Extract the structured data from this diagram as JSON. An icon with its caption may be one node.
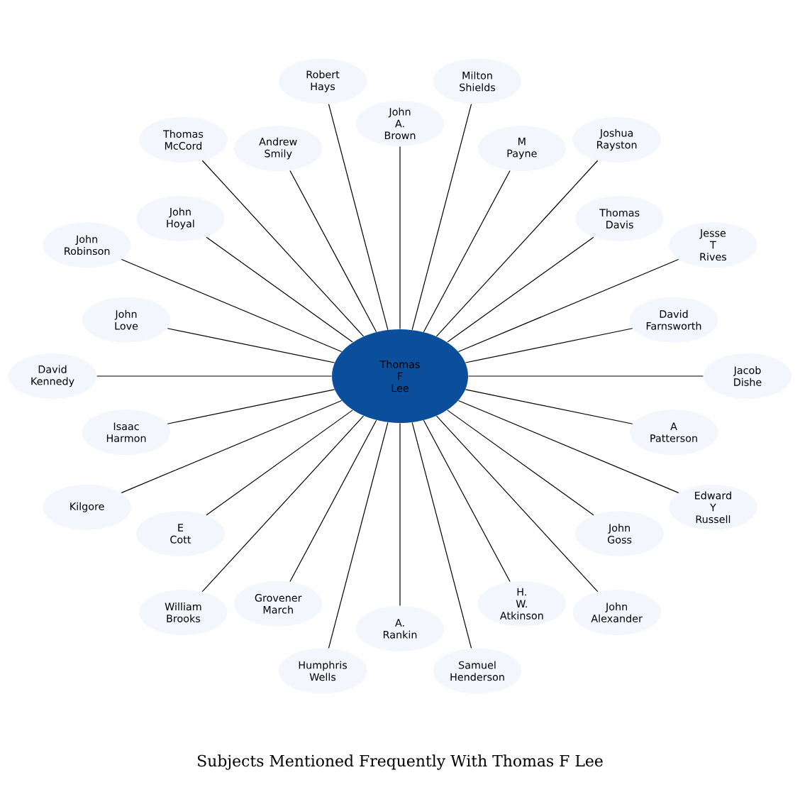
{
  "diagram": {
    "caption": "Subjects Mentioned Frequently With Thomas F Lee",
    "nodes": [
      {
        "text": [
          "Thomas F Lee"
        ]
      },
      {
        "text": [
          "John A. Brown"
        ]
      },
      {
        "text": [
          "Milton Shields"
        ]
      },
      {
        "text": [
          "M Payne"
        ]
      },
      {
        "text": [
          "Joshua Rayston"
        ]
      },
      {
        "text": [
          "Thomas Davis"
        ]
      },
      {
        "text": [
          "Jesse T Rives"
        ]
      },
      {
        "text": [
          "David Farnsworth"
        ]
      },
      {
        "text": [
          "Jacob Dishe"
        ]
      },
      {
        "text": [
          "A Patterson"
        ]
      },
      {
        "text": [
          "Edward Y Russell"
        ]
      },
      {
        "text": [
          "John Goss"
        ]
      },
      {
        "text": [
          "John Alexander"
        ]
      },
      {
        "text": [
          "H. W. Atkinson"
        ]
      },
      {
        "text": [
          "Samuel Henderson"
        ]
      },
      {
        "text": [
          "A. Rankin"
        ]
      },
      {
        "text": [
          "Humphris Wells"
        ]
      },
      {
        "text": [
          "Grovener March"
        ]
      },
      {
        "text": [
          "William Brooks"
        ]
      },
      {
        "text": [
          "E Cott"
        ]
      },
      {
        "text": [
          "Kilgore"
        ]
      },
      {
        "text": [
          "Isaac Harmon"
        ]
      },
      {
        "text": [
          "David Kennedy"
        ]
      },
      {
        "text": [
          "John Love"
        ]
      },
      {
        "text": [
          "John Robinson"
        ]
      },
      {
        "text": [
          "John Hoyal"
        ]
      },
      {
        "text": [
          "Thomas McCord"
        ]
      },
      {
        "text": [
          "Andrew Smily"
        ]
      },
      {
        "text": [
          "Robert Hays"
        ]
      }
    ],
    "edges": [
      {
        "from": 0,
        "to": 1,
        "arrow": "none"
      },
      {
        "from": 0,
        "to": 2,
        "arrow": "none"
      },
      {
        "from": 0,
        "to": 3,
        "arrow": "none"
      },
      {
        "from": 0,
        "to": 4,
        "arrow": "none"
      },
      {
        "from": 0,
        "to": 5,
        "arrow": "none"
      },
      {
        "from": 0,
        "to": 6,
        "arrow": "none"
      },
      {
        "from": 0,
        "to": 7,
        "arrow": "none"
      },
      {
        "from": 0,
        "to": 8,
        "arrow": "none"
      },
      {
        "from": 0,
        "to": 9,
        "arrow": "none"
      },
      {
        "from": 0,
        "to": 10,
        "arrow": "none"
      },
      {
        "from": 0,
        "to": 11,
        "arrow": "none"
      },
      {
        "from": 0,
        "to": 12,
        "arrow": "none"
      },
      {
        "from": 0,
        "to": 13,
        "arrow": "none"
      },
      {
        "from": 0,
        "to": 14,
        "arrow": "none"
      },
      {
        "from": 0,
        "to": 15,
        "arrow": "none"
      },
      {
        "from": 0,
        "to": 16,
        "arrow": "none"
      },
      {
        "from": 0,
        "to": 17,
        "arrow": "none"
      },
      {
        "from": 0,
        "to": 18,
        "arrow": "none"
      },
      {
        "from": 0,
        "to": 19,
        "arrow": "none"
      },
      {
        "from": 0,
        "to": 20,
        "arrow": "none"
      },
      {
        "from": 0,
        "to": 21,
        "arrow": "none"
      },
      {
        "from": 0,
        "to": 22,
        "arrow": "none"
      },
      {
        "from": 0,
        "to": 23,
        "arrow": "none"
      },
      {
        "from": 0,
        "to": 24,
        "arrow": "none"
      },
      {
        "from": 0,
        "to": 25,
        "arrow": "none"
      },
      {
        "from": 0,
        "to": 26,
        "arrow": "none"
      },
      {
        "from": 0,
        "to": 27,
        "arrow": "none"
      },
      {
        "from": 0,
        "to": 28,
        "arrow": "none"
      }
    ]
  }
}
